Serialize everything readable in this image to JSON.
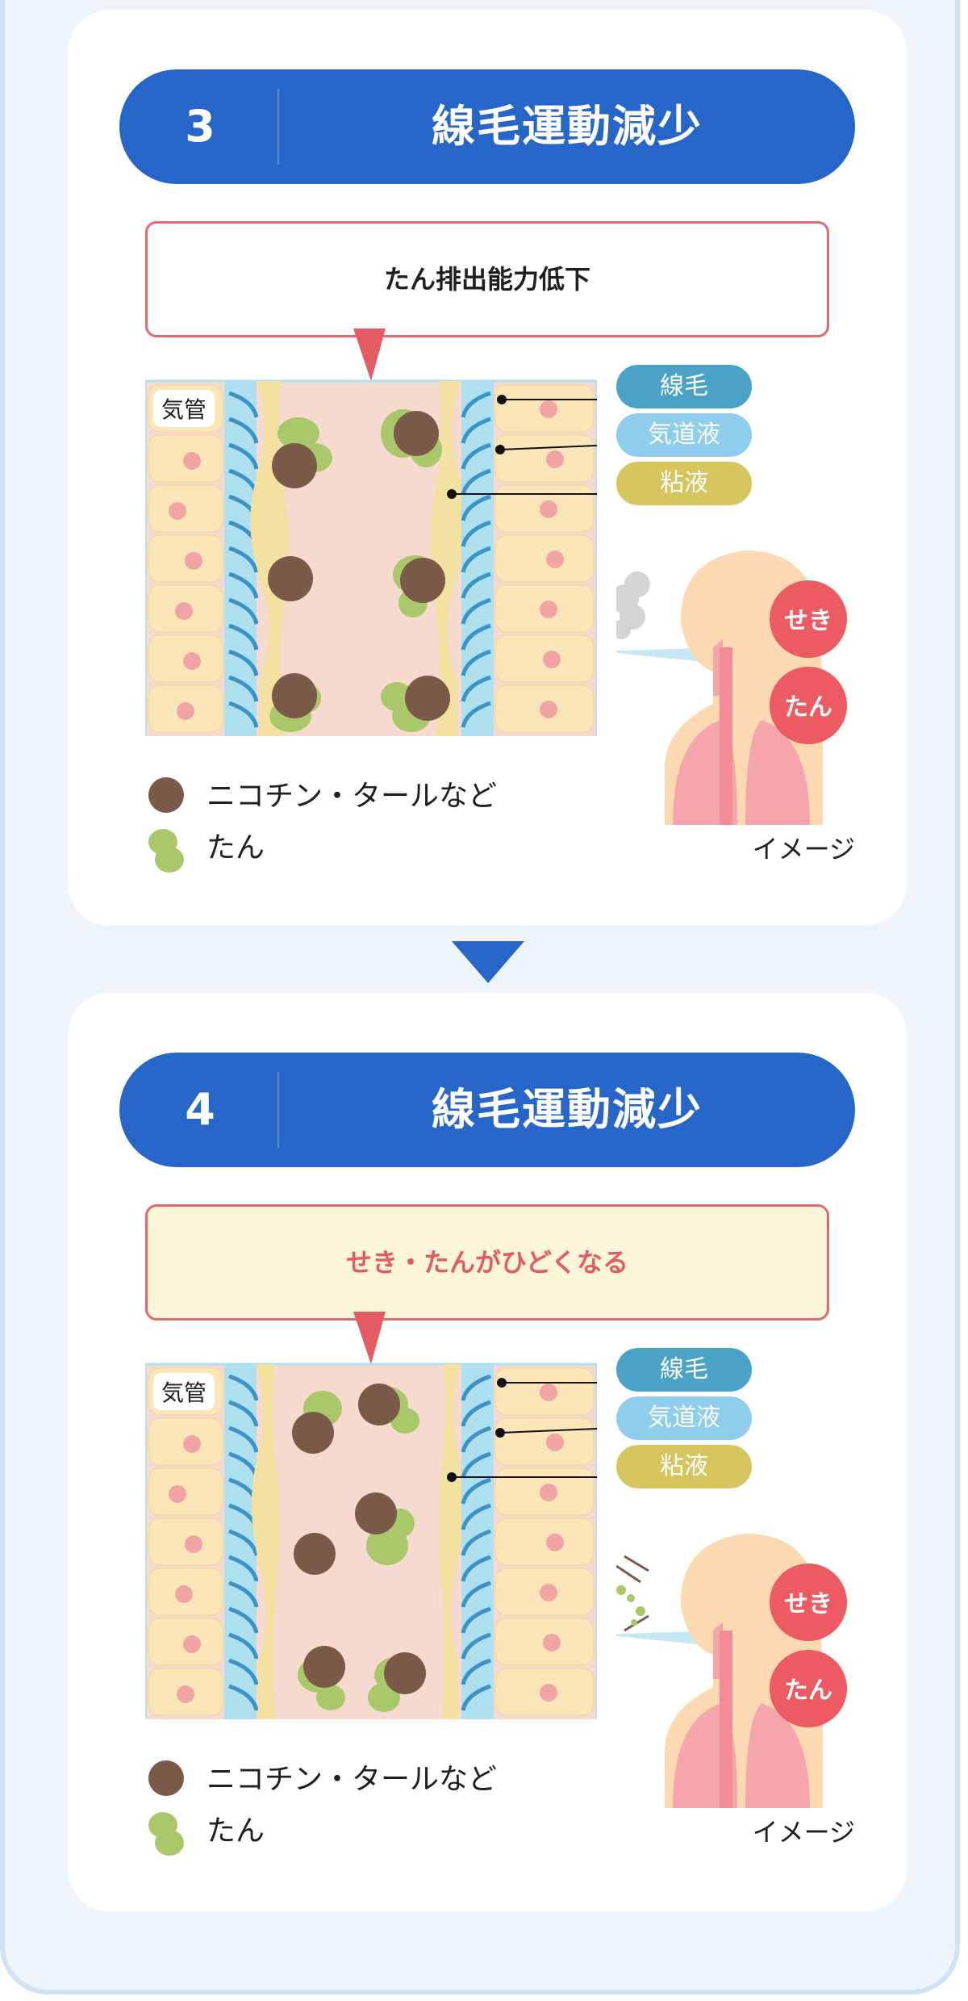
{
  "steps": [
    {
      "number": "3",
      "title": "線毛運動減少",
      "callout": "たん排出能力低下",
      "diagram_label": "気管",
      "tags": [
        "線毛",
        "気道液",
        "粘液"
      ],
      "symptoms": [
        "せき",
        "たん"
      ],
      "legend": [
        "ニコチン・タールなど",
        "たん"
      ],
      "image_note": "イメージ"
    },
    {
      "number": "4",
      "title": "線毛運動減少",
      "callout": "せき・たんがひどくなる",
      "diagram_label": "気管",
      "tags": [
        "線毛",
        "気道液",
        "粘液"
      ],
      "symptoms": [
        "せき",
        "たん"
      ],
      "legend": [
        "ニコチン・タールなど",
        "たん"
      ],
      "image_note": "イメージ"
    }
  ],
  "colors": {
    "accent_blue": "#2566c8",
    "callout_border": "#e06a72",
    "symptom_red": "#ec5a62",
    "tar_brown": "#7b5a4a",
    "phlegm_green": "#a9c86a",
    "tag_cilia": "#4aa3c6",
    "tag_fluid": "#8fcdec",
    "tag_mucus": "#d6c55d"
  }
}
